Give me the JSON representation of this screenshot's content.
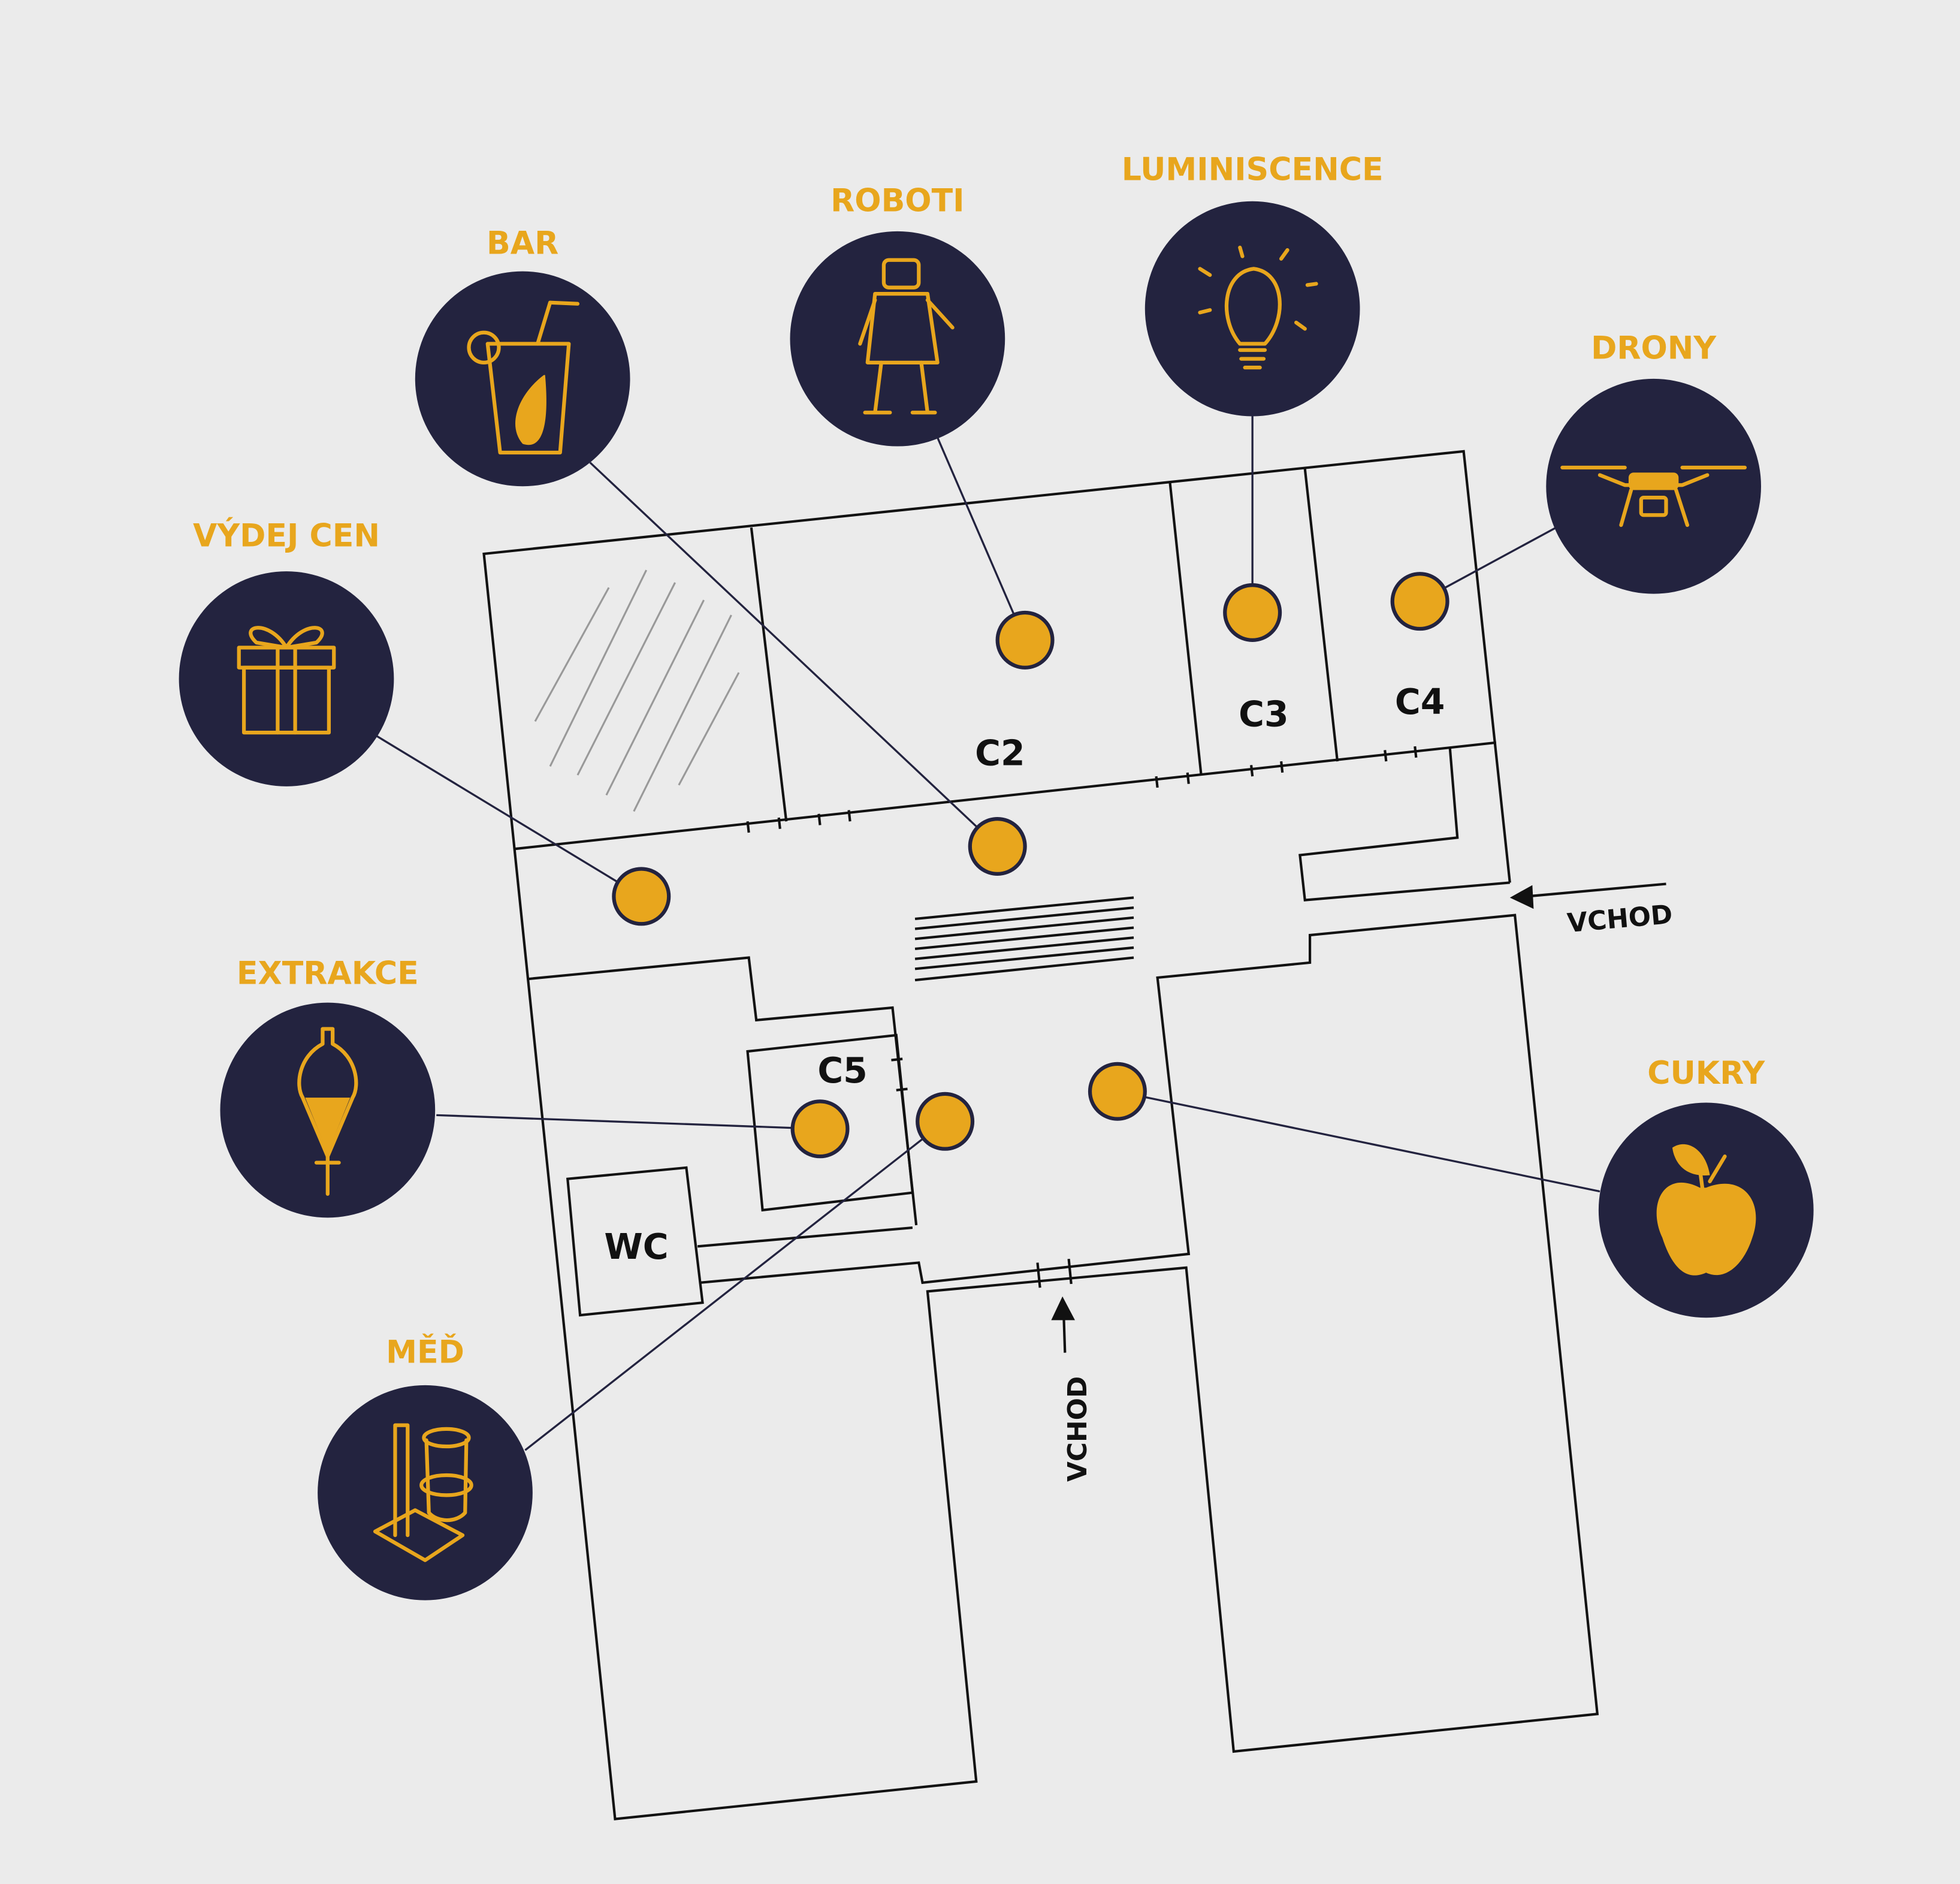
{
  "colors": {
    "background": "#ebebeb",
    "navy": "#23233f",
    "accent": "#e8a61d",
    "walls": "#111111"
  },
  "stations": {
    "bar": {
      "label": "BAR",
      "icon": "cocktail-icon"
    },
    "roboti": {
      "label": "ROBOTI",
      "icon": "robot-icon"
    },
    "luminiscence": {
      "label": "LUMINISCENCE",
      "icon": "lightbulb-icon"
    },
    "drony": {
      "label": "DRONY",
      "icon": "drone-icon"
    },
    "vydej_cen": {
      "label": "VÝDEJ CEN",
      "icon": "gift-icon"
    },
    "extrakce": {
      "label": "EXTRAKCE",
      "icon": "separatory-funnel-icon"
    },
    "cukry": {
      "label": "CUKRY",
      "icon": "apple-icon"
    },
    "med": {
      "label": "MĚĎ",
      "icon": "lab-stand-icon"
    }
  },
  "rooms": {
    "c2": "C2",
    "c3": "C3",
    "c4": "C4",
    "c5": "C5",
    "wc": "WC"
  },
  "entrances": {
    "east": "VCHOD",
    "south": "VCHOD"
  }
}
